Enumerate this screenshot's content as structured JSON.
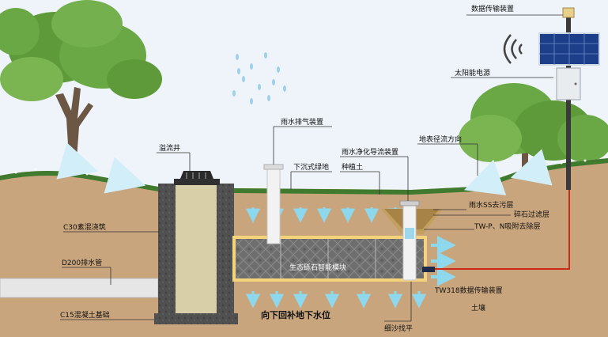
{
  "labels": {
    "data_transmission_device": "数据传输装置",
    "solar_panel": "太阳能电源",
    "overflow_well": "溢流井",
    "rain_exhaust_device": "雨水排气装置",
    "sunken_green_space": "下沉式绿地",
    "rain_purify_diversion_device": "雨水净化导流装置",
    "planting_soil": "种植土",
    "surface_runoff_direction": "地表径流方向",
    "rain_ss_removal_layer": "雨水SS去污层",
    "gravel_filter_layer": "碎石过滤层",
    "tw_pn_removal_layer": "TW-P、N吸附去除层",
    "c30_concrete_pouring": "C30素混浇筑",
    "d200_drain_pipe": "D200排水管",
    "eco_smart_module": "生态砾石智能模块",
    "tw318_data_device": "TW318数据传输装置",
    "soil": "土壤",
    "c15_concrete_foundation": "C15混凝土基础",
    "groundwater_recharge": "向下回补地下水位",
    "fine_sand_leveling": "细沙找平"
  },
  "colors": {
    "sky": "#eef4f9",
    "grass": "#3f7a2e",
    "soil": "#c9a57d",
    "concrete": "#4a4a4a",
    "module": "#6b6b6b",
    "sand_border": "#f4d37a",
    "water_arrow": "#8ed8ee",
    "cable": "#cc2a1a"
  },
  "icons": {
    "signal": "wireless-signal-icon",
    "rain": "rain-drops-icon"
  }
}
